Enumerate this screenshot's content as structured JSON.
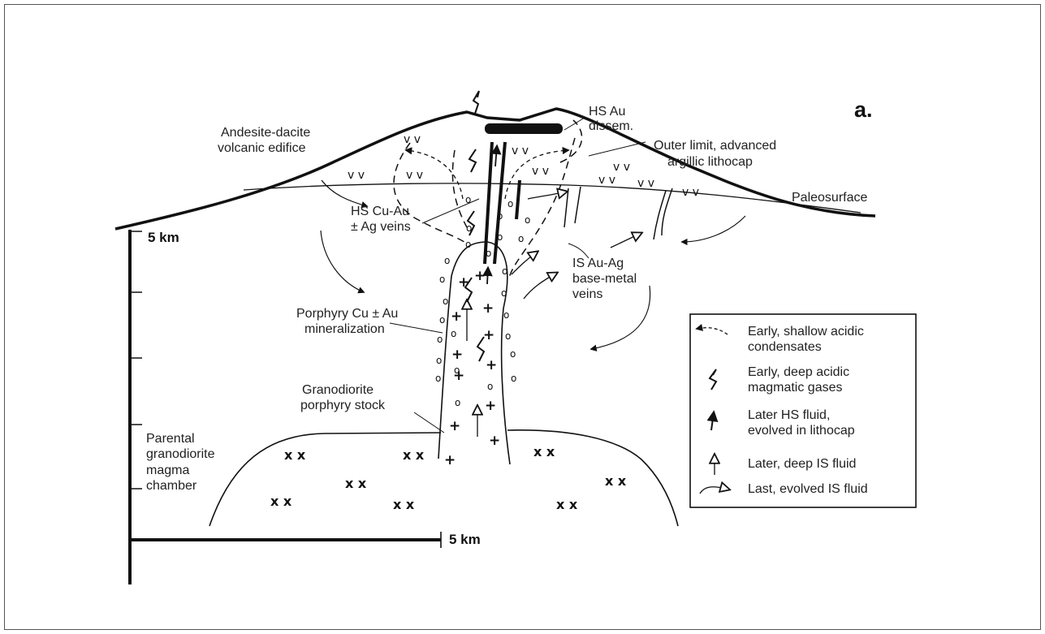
{
  "panel_label": "a.",
  "labels": {
    "edifice": [
      "Andesite-dacite",
      "volcanic edifice"
    ],
    "hs_au": [
      "HS Au",
      "dissem."
    ],
    "outer_limit": [
      "Outer limit, advanced",
      "argillic lithocap"
    ],
    "paleosurface": "Paleosurface",
    "hs_cu_au": [
      "HS Cu-Au",
      "± Ag veins"
    ],
    "is_au_ag": [
      "IS Au-Ag",
      "base-metal",
      "veins"
    ],
    "porphyry_cu": [
      "Porphyry Cu ± Au",
      "mineralization"
    ],
    "granodiorite_stock": [
      "Granodiorite",
      "porphyry stock"
    ],
    "parental": [
      "Parental",
      "granodiorite",
      "magma",
      "chamber"
    ]
  },
  "scale": {
    "vertical": "5 km",
    "horizontal": "5 km"
  },
  "legend": [
    {
      "symbol": "dashed-arrow",
      "text": [
        "Early, shallow acidic",
        "condensates"
      ]
    },
    {
      "symbol": "squiggle-arrow",
      "text": [
        "Early, deep acidic",
        "magmatic gases"
      ]
    },
    {
      "symbol": "solid-arrow",
      "text": [
        "Later HS fluid,",
        "evolved in lithocap"
      ]
    },
    {
      "symbol": "open-arrow",
      "text": [
        "Later, deep IS fluid"
      ]
    },
    {
      "symbol": "curved-open-arrow",
      "text": [
        "Last, evolved IS fluid"
      ]
    }
  ],
  "symbols": {
    "volcanic": "v v",
    "intrusive": "x x",
    "granodiorite": "+",
    "alteration": "o"
  }
}
